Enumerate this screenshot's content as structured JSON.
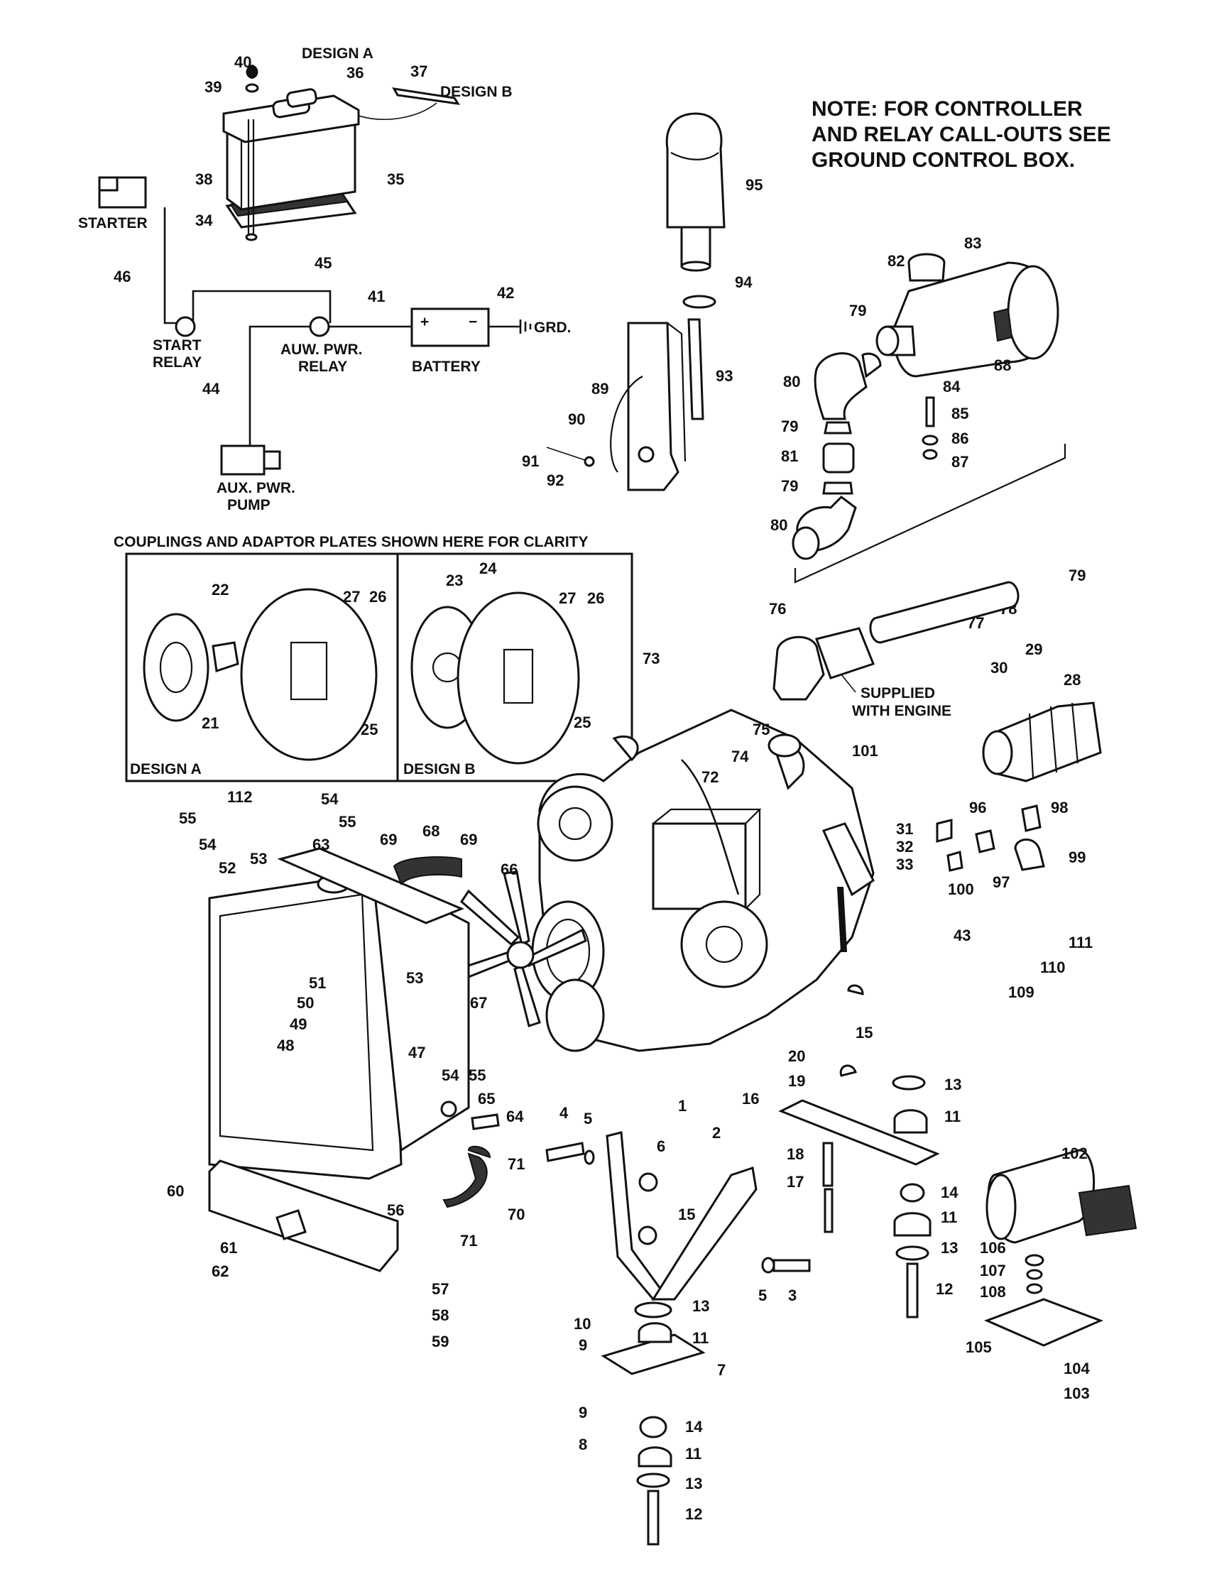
{
  "note": {
    "lines": [
      "NOTE: FOR CONTROLLER",
      "AND RELAY CALL-OUTS SEE",
      "GROUND CONTROL BOX."
    ]
  },
  "labels": {
    "design_a_top": "DESIGN A",
    "design_b_top": "DESIGN B",
    "starter": "STARTER",
    "start_relay": [
      "START",
      "RELAY"
    ],
    "aux_relay": [
      "AUW. PWR.",
      "RELAY"
    ],
    "battery": "BATTERY",
    "grd": "GRD.",
    "aux_pump": [
      "AUX. PWR.",
      "PUMP"
    ],
    "couplings_title": "COUPLINGS AND ADAPTOR PLATES SHOWN HERE FOR CLARITY",
    "design_a_box": "DESIGN A",
    "design_b_box": "DESIGN B",
    "supplied": [
      "SUPPLIED",
      "WITH ENGINE"
    ],
    "plus": "+",
    "minus": "−"
  },
  "callouts": [
    {
      "id": "c40",
      "text": "40"
    },
    {
      "id": "c39",
      "text": "39"
    },
    {
      "id": "c36",
      "text": "36"
    },
    {
      "id": "c37",
      "text": "37"
    },
    {
      "id": "c38",
      "text": "38"
    },
    {
      "id": "c35",
      "text": "35"
    },
    {
      "id": "c34",
      "text": "34"
    },
    {
      "id": "c46",
      "text": "46"
    },
    {
      "id": "c45",
      "text": "45"
    },
    {
      "id": "c41",
      "text": "41"
    },
    {
      "id": "c42",
      "text": "42"
    },
    {
      "id": "c44",
      "text": "44"
    },
    {
      "id": "c95",
      "text": "95"
    },
    {
      "id": "c94",
      "text": "94"
    },
    {
      "id": "c93",
      "text": "93"
    },
    {
      "id": "c89",
      "text": "89"
    },
    {
      "id": "c90",
      "text": "90"
    },
    {
      "id": "c91",
      "text": "91"
    },
    {
      "id": "c92",
      "text": "92"
    },
    {
      "id": "c82",
      "text": "82"
    },
    {
      "id": "c83",
      "text": "83"
    },
    {
      "id": "c79a",
      "text": "79"
    },
    {
      "id": "c80a",
      "text": "80"
    },
    {
      "id": "c88",
      "text": "88"
    },
    {
      "id": "c84",
      "text": "84"
    },
    {
      "id": "c85",
      "text": "85"
    },
    {
      "id": "c79b",
      "text": "79"
    },
    {
      "id": "c86",
      "text": "86"
    },
    {
      "id": "c81",
      "text": "81"
    },
    {
      "id": "c87",
      "text": "87"
    },
    {
      "id": "c79c",
      "text": "79"
    },
    {
      "id": "c80b",
      "text": "80"
    },
    {
      "id": "c79d",
      "text": "79"
    },
    {
      "id": "c22",
      "text": "22"
    },
    {
      "id": "c27a",
      "text": "27"
    },
    {
      "id": "c26a",
      "text": "26"
    },
    {
      "id": "c21",
      "text": "21"
    },
    {
      "id": "c25a",
      "text": "25"
    },
    {
      "id": "c23",
      "text": "23"
    },
    {
      "id": "c24",
      "text": "24"
    },
    {
      "id": "c27b",
      "text": "27"
    },
    {
      "id": "c26b",
      "text": "26"
    },
    {
      "id": "c25b",
      "text": "25"
    },
    {
      "id": "c76",
      "text": "76"
    },
    {
      "id": "c77",
      "text": "77"
    },
    {
      "id": "c78",
      "text": "78"
    },
    {
      "id": "c73",
      "text": "73"
    },
    {
      "id": "c29",
      "text": "29"
    },
    {
      "id": "c30",
      "text": "30"
    },
    {
      "id": "c28",
      "text": "28"
    },
    {
      "id": "c75",
      "text": "75"
    },
    {
      "id": "c101",
      "text": "101"
    },
    {
      "id": "c74",
      "text": "74"
    },
    {
      "id": "c72",
      "text": "72"
    },
    {
      "id": "c96",
      "text": "96"
    },
    {
      "id": "c98",
      "text": "98"
    },
    {
      "id": "c31",
      "text": "31"
    },
    {
      "id": "c32",
      "text": "32"
    },
    {
      "id": "c33",
      "text": "33"
    },
    {
      "id": "c99",
      "text": "99"
    },
    {
      "id": "c97",
      "text": "97"
    },
    {
      "id": "c100",
      "text": "100"
    },
    {
      "id": "c112",
      "text": "112"
    },
    {
      "id": "c54a",
      "text": "54"
    },
    {
      "id": "c55a",
      "text": "55"
    },
    {
      "id": "c55b",
      "text": "55"
    },
    {
      "id": "c54b",
      "text": "54"
    },
    {
      "id": "c53a",
      "text": "53"
    },
    {
      "id": "c63",
      "text": "63"
    },
    {
      "id": "c52",
      "text": "52"
    },
    {
      "id": "c69a",
      "text": "69"
    },
    {
      "id": "c68",
      "text": "68"
    },
    {
      "id": "c69b",
      "text": "69"
    },
    {
      "id": "c66",
      "text": "66"
    },
    {
      "id": "c43",
      "text": "43"
    },
    {
      "id": "c111",
      "text": "111"
    },
    {
      "id": "c110",
      "text": "110"
    },
    {
      "id": "c109",
      "text": "109"
    },
    {
      "id": "c51",
      "text": "51"
    },
    {
      "id": "c53b",
      "text": "53"
    },
    {
      "id": "c50",
      "text": "50"
    },
    {
      "id": "c67",
      "text": "67"
    },
    {
      "id": "c49",
      "text": "49"
    },
    {
      "id": "c48",
      "text": "48"
    },
    {
      "id": "c47",
      "text": "47"
    },
    {
      "id": "c54c",
      "text": "54"
    },
    {
      "id": "c55c",
      "text": "55"
    },
    {
      "id": "c15a",
      "text": "15"
    },
    {
      "id": "c20",
      "text": "20"
    },
    {
      "id": "c19",
      "text": "19"
    },
    {
      "id": "c13a",
      "text": "13"
    },
    {
      "id": "c1",
      "text": "1"
    },
    {
      "id": "c65",
      "text": "65"
    },
    {
      "id": "c16",
      "text": "16"
    },
    {
      "id": "c11a",
      "text": "11"
    },
    {
      "id": "c64",
      "text": "64"
    },
    {
      "id": "c4",
      "text": "4"
    },
    {
      "id": "c5a",
      "text": "5"
    },
    {
      "id": "c2",
      "text": "2"
    },
    {
      "id": "c6",
      "text": "6"
    },
    {
      "id": "c18",
      "text": "18"
    },
    {
      "id": "c102",
      "text": "102"
    },
    {
      "id": "c71a",
      "text": "71"
    },
    {
      "id": "c17",
      "text": "17"
    },
    {
      "id": "c14a",
      "text": "14"
    },
    {
      "id": "c60",
      "text": "60"
    },
    {
      "id": "c56",
      "text": "56"
    },
    {
      "id": "c70",
      "text": "70"
    },
    {
      "id": "c15b",
      "text": "15"
    },
    {
      "id": "c11b",
      "text": "11"
    },
    {
      "id": "c71b",
      "text": "71"
    },
    {
      "id": "c13b",
      "text": "13"
    },
    {
      "id": "c61",
      "text": "61"
    },
    {
      "id": "c106",
      "text": "106"
    },
    {
      "id": "c62",
      "text": "62"
    },
    {
      "id": "c107",
      "text": "107"
    },
    {
      "id": "c12a",
      "text": "12"
    },
    {
      "id": "c108",
      "text": "108"
    },
    {
      "id": "c57",
      "text": "57"
    },
    {
      "id": "c5b",
      "text": "5"
    },
    {
      "id": "c3",
      "text": "3"
    },
    {
      "id": "c13c",
      "text": "13"
    },
    {
      "id": "c58",
      "text": "58"
    },
    {
      "id": "c10",
      "text": "10"
    },
    {
      "id": "c105",
      "text": "105"
    },
    {
      "id": "c9a",
      "text": "9"
    },
    {
      "id": "c11c",
      "text": "11"
    },
    {
      "id": "c59",
      "text": "59"
    },
    {
      "id": "c104",
      "text": "104"
    },
    {
      "id": "c7",
      "text": "7"
    },
    {
      "id": "c103",
      "text": "103"
    },
    {
      "id": "c9b",
      "text": "9"
    },
    {
      "id": "c14b",
      "text": "14"
    },
    {
      "id": "c8",
      "text": "8"
    },
    {
      "id": "c11d",
      "text": "11"
    },
    {
      "id": "c13d",
      "text": "13"
    },
    {
      "id": "c12b",
      "text": "12"
    }
  ]
}
